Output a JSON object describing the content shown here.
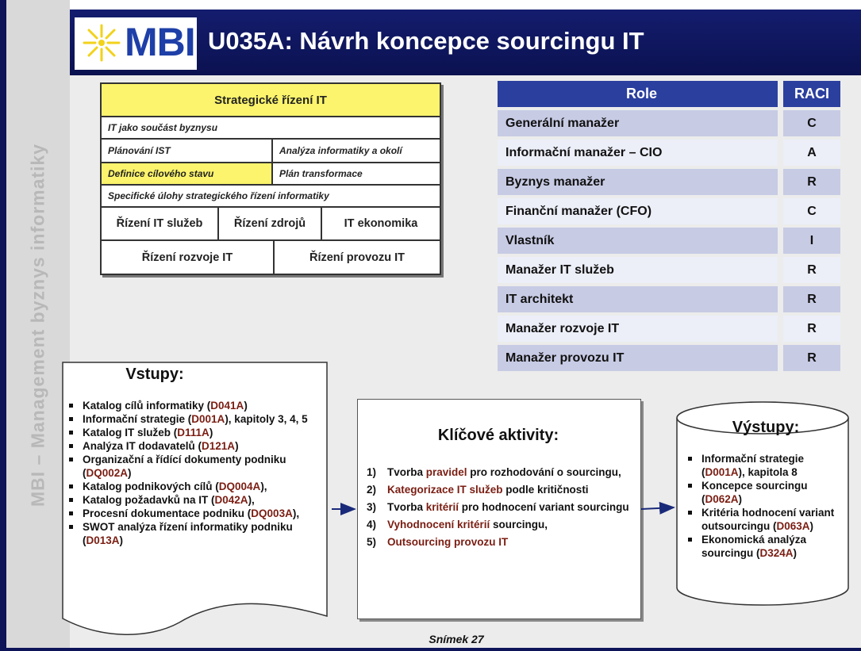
{
  "header": {
    "logo_text": "MBI",
    "title": "U035A: Návrh koncepce sourcingu IT"
  },
  "sidebar": {
    "text": "MBI – Management byznys informatiky"
  },
  "strategic": {
    "title": "Strategické řízení IT",
    "row1": "IT jako součást byznysu",
    "row2_left": "Plánování IST",
    "row2_right": "Analýza informatiky a okolí",
    "row3_left": "Definice cílového stavu",
    "row3_right": "Plán transformace",
    "row4": "Specifické úlohy strategického řízení informatiky",
    "row5": [
      "Řízení IT služeb",
      "Řízení  zdrojů",
      "IT ekonomika"
    ],
    "row6": [
      "Řízení rozvoje IT",
      "Řízení provozu IT"
    ]
  },
  "roles": {
    "header_role": "Role",
    "header_raci": "RACI",
    "rows": [
      {
        "role": "Generální manažer",
        "raci": "C"
      },
      {
        "role": "Informační manažer – CIO",
        "raci": "A"
      },
      {
        "role": "Byznys manažer",
        "raci": "R"
      },
      {
        "role": "Finanční manažer (CFO)",
        "raci": "C"
      },
      {
        "role": "Vlastník",
        "raci": "I"
      },
      {
        "role": "Manažer IT služeb",
        "raci": "R"
      },
      {
        "role": "IT architekt",
        "raci": "R"
      },
      {
        "role": "Manažer rozvoje IT",
        "raci": "R"
      },
      {
        "role": "Manažer provozu IT",
        "raci": "R"
      }
    ]
  },
  "inputs": {
    "title": "Vstupy:",
    "items": [
      {
        "text": "Katalog cílů informatiky (",
        "code": "D041A",
        "tail": ")"
      },
      {
        "text": "Informační strategie (",
        "code": "D001A",
        "tail": "), kapitoly 3, 4, 5"
      },
      {
        "text": "Katalog IT služeb (",
        "code": "D111A",
        "tail": ")"
      },
      {
        "text": "Analýza  IT dodavatelů (",
        "code": "D121A",
        "tail": ")"
      },
      {
        "text": "Organizační a řídící dokumenty podniku (",
        "code": "DQ002A",
        "tail": ")"
      },
      {
        "text": "Katalog podnikových cílů (",
        "code": "DQ004A",
        "tail": "),"
      },
      {
        "text": "Katalog požadavků na IT (",
        "code": "D042A",
        "tail": "),"
      },
      {
        "text": "Procesní dokumentace podniku (",
        "code": "DQ003A",
        "tail": "),"
      },
      {
        "text": "SWOT analýza řízení informatiky podniku (",
        "code": "D013A",
        "tail": ")"
      }
    ]
  },
  "activities": {
    "title": "Klíčové aktivity:",
    "items": [
      {
        "num": "1)",
        "pre": "Tvorba ",
        "hl": "pravidel",
        "post": " pro rozhodování o sourcingu,"
      },
      {
        "num": "2)",
        "pre": "",
        "hl": "Kategorizace IT služeb",
        "post": " podle kritičnosti"
      },
      {
        "num": "3)",
        "pre": "Tvorba ",
        "hl": "kritérií",
        "post": " pro hodnocení variant sourcingu"
      },
      {
        "num": "4)",
        "pre": "",
        "hl": "Vyhodnocení kritérií",
        "post": " sourcingu,"
      },
      {
        "num": "5)",
        "pre": "",
        "hl": "Outsourcing provozu IT",
        "post": ""
      }
    ]
  },
  "outputs": {
    "title": "Výstupy:",
    "items": [
      {
        "text": "Informační strategie (",
        "code": "D001A",
        "tail": "), kapitola 8"
      },
      {
        "text": "Koncepce sourcingu (",
        "code": "D062A",
        "tail": ")"
      },
      {
        "text": "Kritéria hodnocení variant outsourcingu (",
        "code": "D063A",
        "tail": ")"
      },
      {
        "text": "Ekonomická analýza sourcingu (",
        "code": "D324A",
        "tail": ")"
      }
    ]
  },
  "footer": {
    "slide": "Snímek  27"
  },
  "colors": {
    "header_bg": "#0d1458",
    "logo_blue": "#1e3fa8",
    "highlight_yellow": "#fbf46c",
    "roles_header": "#2b3f9f",
    "roles_row_dark": "#c7cbe4",
    "roles_row_light": "#eceef8",
    "code_color": "#7a1d12"
  }
}
